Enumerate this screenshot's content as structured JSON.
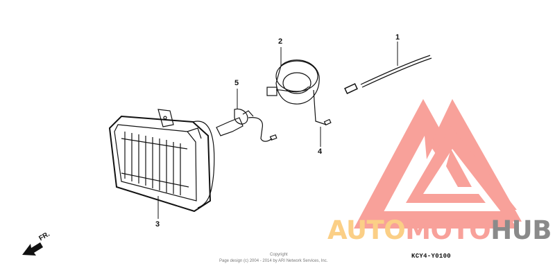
{
  "diagram": {
    "callouts": [
      {
        "id": "1",
        "label": "1"
      },
      {
        "id": "2",
        "label": "2"
      },
      {
        "id": "3",
        "label": "3"
      },
      {
        "id": "4",
        "label": "4"
      },
      {
        "id": "5",
        "label": "5"
      }
    ],
    "direction_label": "FR.",
    "diagram_code": "KCY4-Y0100",
    "copyright_title": "Copyright",
    "copyright_text": "Page design (c) 2004 - 2014 by ARI Network Services, Inc."
  },
  "watermark": {
    "brand_parts": [
      {
        "text": "AUTO",
        "color": "#fbcf86"
      },
      {
        "text": "MOTO",
        "color": "#f8a19a"
      },
      {
        "text": "HUB",
        "color": "#8a8a8a"
      }
    ],
    "logo_color": "#f8a19a"
  }
}
